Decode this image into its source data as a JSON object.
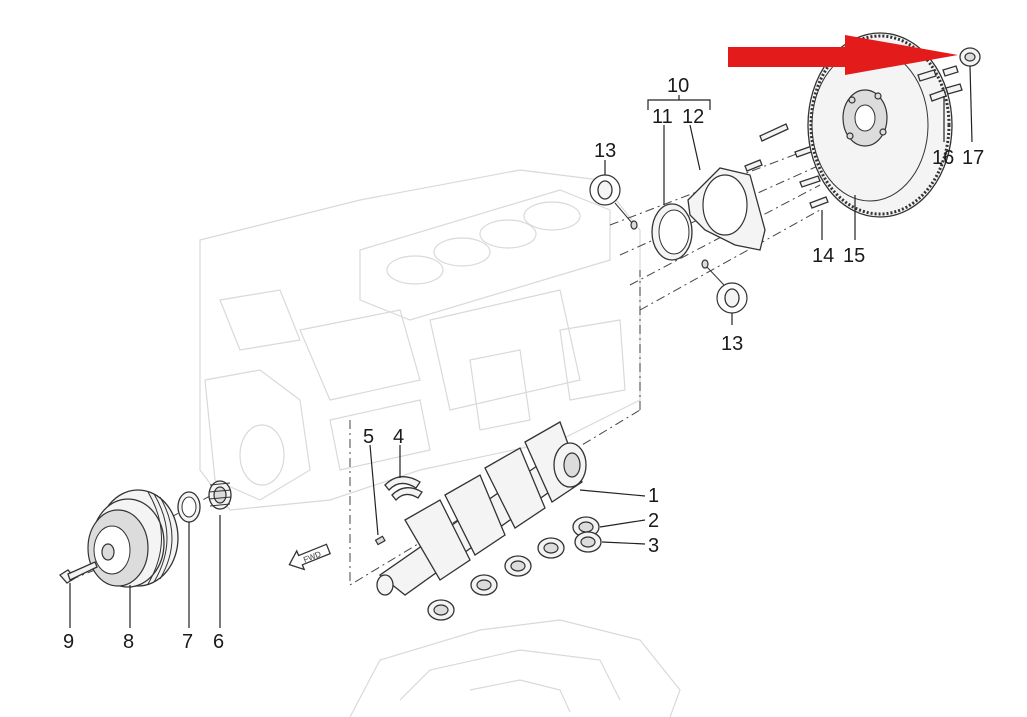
{
  "diagram": {
    "labels": {
      "l1": "1",
      "l2": "2",
      "l3": "3",
      "l4": "4",
      "l5": "5",
      "l6": "6",
      "l7": "7",
      "l8": "8",
      "l9": "9",
      "l10": "10",
      "l11": "11",
      "l12": "12",
      "l13a": "13",
      "l13b": "13",
      "l14": "14",
      "l15": "15",
      "l16": "16",
      "l17": "17"
    },
    "fwd_badge": "FWD",
    "highlight_arrow_color": "#e31b1b",
    "line_color": "#333333"
  }
}
